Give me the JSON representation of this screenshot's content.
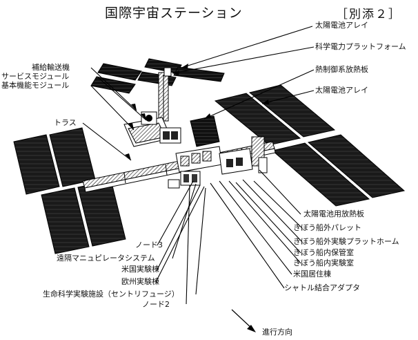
{
  "title": "国際宇宙ステーション",
  "attachment": "［別添２］",
  "labels": {
    "solar_array_top": "太陽電池アレイ",
    "science_power_platform": "科学電力プラットフォーム",
    "thermal_radiator": "熱制御系放熱板",
    "solar_array_right": "太陽電池アレイ",
    "supply_vehicle": "補給輸送機",
    "service_module": "サービスモジュール",
    "functional_cargo_block": "基本機能モジュール",
    "truss": "トラス",
    "pv_radiator": "太陽電池用放熱板",
    "jem_ef_pallet": "きぼう船外パレット",
    "jem_exposed_facility": "きぼう船外実験プラットホーム",
    "jem_logistics": "きぼう船内保管室",
    "jem_pm": "きぼう船内実験室",
    "hab_module": "米国居住棟",
    "shuttle_adapter": "シャトル結合アダプタ",
    "node3": "ノード3",
    "remote_manipulator": "遠隔マニュピレータシステム",
    "us_lab": "米国実験棟",
    "esa_lab": "欧州実験棟",
    "centrifuge": "生命科学実験施設（セントリフュージ）",
    "node2": "ノード2",
    "direction": "進行方向"
  }
}
